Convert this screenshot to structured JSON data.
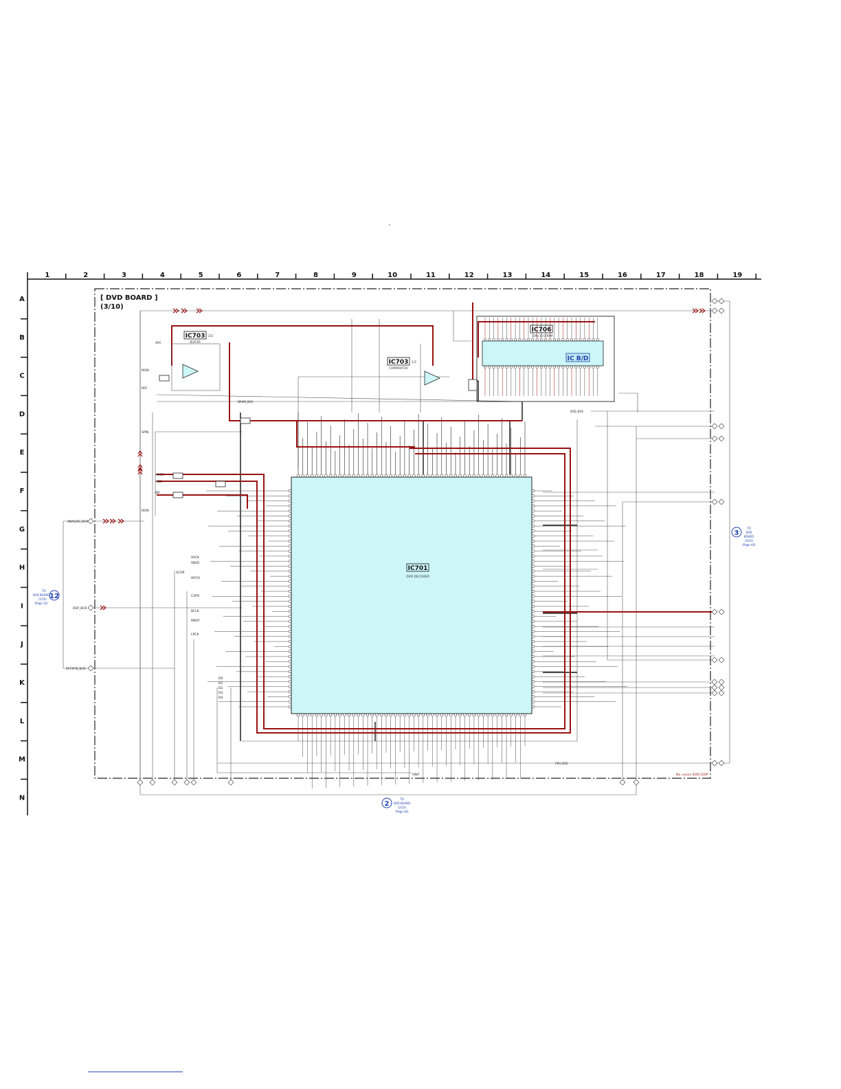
{
  "grid": {
    "columns": [
      "1",
      "2",
      "3",
      "4",
      "5",
      "6",
      "7",
      "8",
      "9",
      "10",
      "11",
      "12",
      "13",
      "14",
      "15",
      "16",
      "17",
      "18",
      "19"
    ],
    "rows": [
      "A",
      "B",
      "C",
      "D",
      "E",
      "F",
      "G",
      "H",
      "I",
      "J",
      "K",
      "L",
      "M",
      "N"
    ]
  },
  "board": {
    "title": "[ DVD BOARD ]",
    "subtitle": "(3/10)",
    "footer_note": "No. xxxxx DVD-520P"
  },
  "ics": {
    "ic701": {
      "ref": "IC701",
      "desc": "DVD DECODER"
    },
    "ic706": {
      "ref": "IC706",
      "desc": "1M×16 D-RAM"
    },
    "ic703_buffer": {
      "ref": "IC703",
      "part": "2/2",
      "desc": "BUFFER"
    },
    "ic703_comp": {
      "ref": "IC703",
      "part": "1/2",
      "desc": "COMPARATOR"
    },
    "badge": "IC B/D"
  },
  "signals": {
    "analog_bus": "ANALOG_BUS",
    "dsp_bus": "DSP_BUS",
    "sfc_bus": "SFC978_BUS",
    "dram_bus": "DRAM_BUS",
    "dsd_bus": "DSD_BUS",
    "cpu_bus": "CPU_BUS",
    "vinit": "VINIT",
    "avc": "AVC",
    "rein": "REIN",
    "ref": "REF",
    "spin": "SPIN",
    "avcc": "AVCC",
    "asd": "ASD",
    "bb": "BB",
    "lrck": "LRCK",
    "bclk": "BCLK",
    "mdat": "MDAT",
    "c2po": "C2PO",
    "xsck": "XSCK",
    "sbso": "SBSO",
    "scor": "SCOR",
    "wfck": "WFCK",
    "d0": "D0",
    "d1": "D1",
    "d2": "D2",
    "d3": "D3",
    "d4": "D4"
  },
  "refs": {
    "left": {
      "num": "12",
      "l1": "TO",
      "l2": "DVD BOARD",
      "l3": "(1/10)",
      "l4": "(Page 32)"
    },
    "right": {
      "num": "3",
      "l1": "TO",
      "l2": "DVD",
      "l3": "BOARD",
      "l4": "(4/10)",
      "l5": "(Page 40)"
    },
    "bottom": {
      "num": "2",
      "l1": "TO",
      "l2": "DVD BOARD",
      "l3": "(2/10)",
      "l4": "(Page 46)"
    }
  },
  "colors": {
    "trace_red": "#9a1010",
    "ic_fill": "#ccf6f7",
    "ref_blue": "#1f3fb0",
    "line": "#444444"
  }
}
